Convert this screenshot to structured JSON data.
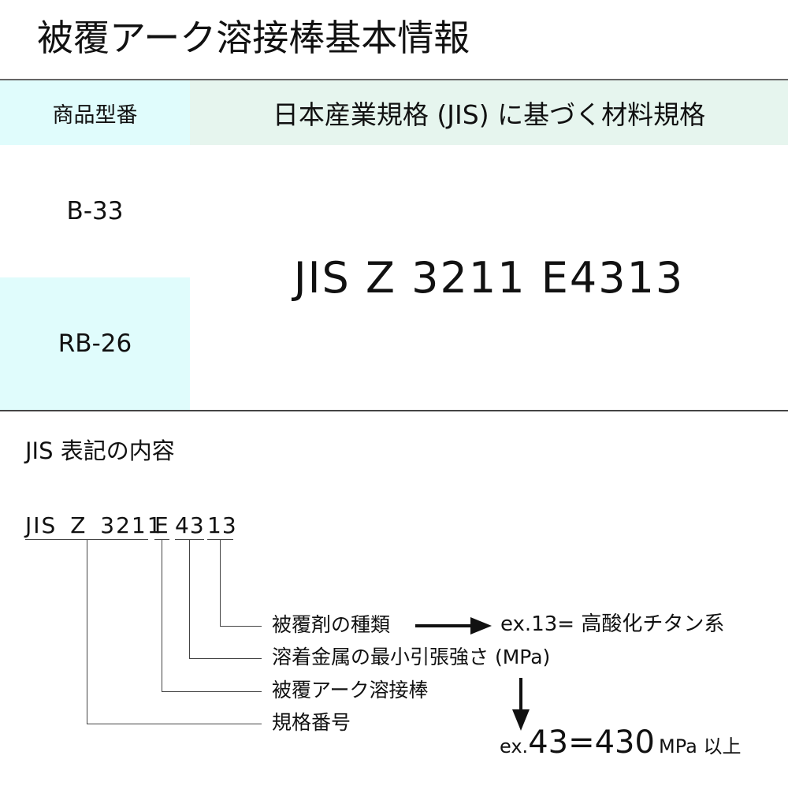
{
  "title": "被覆アーク溶接棒基本情報",
  "table": {
    "headers": {
      "model": "商品型番",
      "standard": "日本産業規格 (JIS) に基づく材料規格"
    },
    "rows": [
      {
        "model": "B-33"
      },
      {
        "model": "RB-26"
      }
    ],
    "spec": "JIS Z 3211 E4313",
    "colors": {
      "model_header_bg": "#e0fcfc",
      "standard_header_bg": "#e6f5ee",
      "alt_row_bg": "#e0fcfc"
    }
  },
  "notation": {
    "section_title": "JIS 表記の内容",
    "parts": {
      "standard": "JIS Z 3211",
      "type": "E",
      "strength": "43",
      "coating": "13"
    },
    "labels": {
      "coating": "被覆剤の種類",
      "strength": "溶着金属の最小引張強さ (MPa)",
      "type": "被覆アーク溶接棒",
      "standard": "規格番号"
    },
    "examples": {
      "coating": "ex.13= 高酸化チタン系",
      "strength_prefix": "ex.",
      "strength_value": "43=430",
      "strength_unit": "MPa 以上"
    }
  }
}
